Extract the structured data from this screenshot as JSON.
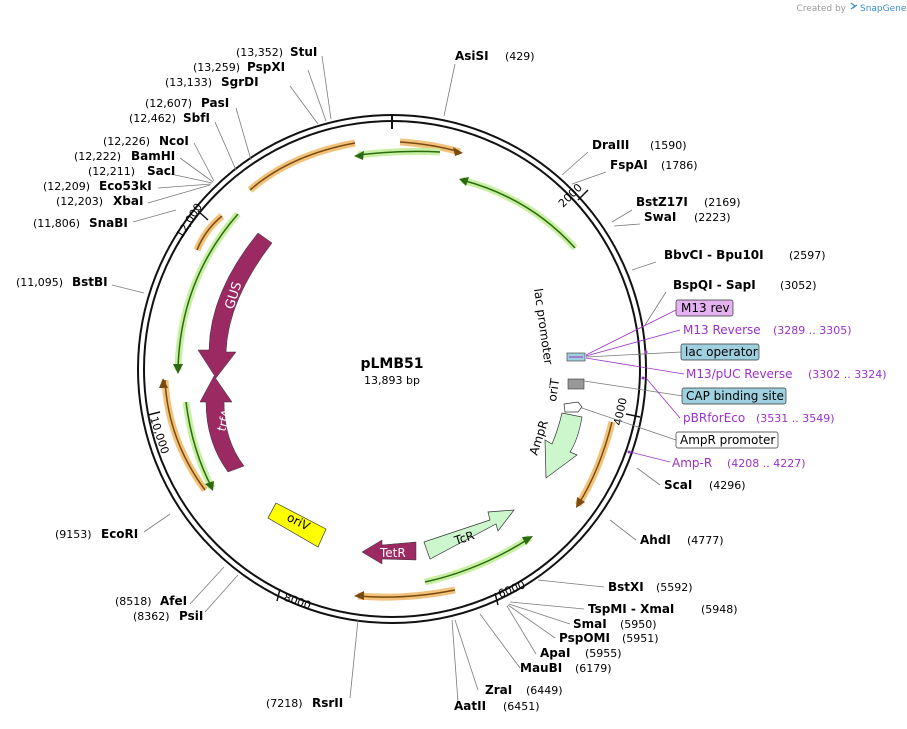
{
  "header": {
    "created_by": "Created by",
    "brand": "SnapGene"
  },
  "plasmid": {
    "name": "pLMB51",
    "size_label": "13,893 bp",
    "length": 13893
  },
  "ticks": [
    {
      "label": "2000",
      "pos": 2000
    },
    {
      "label": "4000",
      "pos": 4000
    },
    {
      "label": "6000",
      "pos": 6000
    },
    {
      "label": "8000",
      "pos": 8000
    },
    {
      "label": "10,000",
      "pos": 10000
    },
    {
      "label": "12,000",
      "pos": 12000
    }
  ],
  "sites_right": [
    {
      "name": "AsiSI",
      "pos": "(429)"
    },
    {
      "name": "DraIII",
      "pos": "(1590)"
    },
    {
      "name": "FspAI",
      "pos": "(1786)"
    },
    {
      "name": "BstZ17I",
      "pos": "(2169)"
    },
    {
      "name": "SwaI",
      "pos": "(2223)"
    },
    {
      "name": "BbvCI  - Bpu10I",
      "pos": "(2597)"
    },
    {
      "name": "BspQI  - SapI",
      "pos": "(3052)"
    },
    {
      "name": "ScaI",
      "pos": "(4296)"
    },
    {
      "name": "AhdI",
      "pos": "(4777)"
    },
    {
      "name": "BstXI",
      "pos": "(5592)"
    },
    {
      "name": "TspMI  - XmaI",
      "pos": "(5948)"
    },
    {
      "name": "SmaI",
      "pos": "(5950)"
    },
    {
      "name": "PspOMI",
      "pos": "(5951)"
    },
    {
      "name": "ApaI",
      "pos": "(5955)"
    },
    {
      "name": "MauBI",
      "pos": "(6179)"
    },
    {
      "name": "ZraI",
      "pos": "(6449)"
    },
    {
      "name": "AatII",
      "pos": "(6451)"
    }
  ],
  "sites_left": [
    {
      "name": "StuI",
      "pos": "(13,352)"
    },
    {
      "name": "PspXI",
      "pos": "(13,259)"
    },
    {
      "name": "SgrDI",
      "pos": "(13,133)"
    },
    {
      "name": "PasI",
      "pos": "(12,607)"
    },
    {
      "name": "SbfI",
      "pos": "(12,462)"
    },
    {
      "name": "NcoI",
      "pos": "(12,226)"
    },
    {
      "name": "BamHI",
      "pos": "(12,222)"
    },
    {
      "name": "SacI",
      "pos": "(12,211)"
    },
    {
      "name": "Eco53kI",
      "pos": "(12,209)"
    },
    {
      "name": "XbaI",
      "pos": "(12,203)"
    },
    {
      "name": "SnaBI",
      "pos": "(11,806)"
    },
    {
      "name": "BstBI",
      "pos": "(11,095)"
    },
    {
      "name": "EcoRI",
      "pos": "(9153)"
    },
    {
      "name": "AfeI",
      "pos": "(8518)"
    },
    {
      "name": "PsiI",
      "pos": "(8362)"
    },
    {
      "name": "RsrII",
      "pos": "(7218)"
    }
  ],
  "primers": [
    {
      "name": "M13 Reverse",
      "pos": "(3289 .. 3305)"
    },
    {
      "name": "M13/pUC Reverse",
      "pos": "(3302 .. 3324)"
    },
    {
      "name": "pBRforEco",
      "pos": "(3531 .. 3549)"
    },
    {
      "name": "Amp-R",
      "pos": "(4208 .. 4227)"
    }
  ],
  "boxed_labels": {
    "m13rev": "M13 rev",
    "lac_operator": "lac operator",
    "cap_site": "CAP binding site",
    "ampr_promoter": "AmpR promoter"
  },
  "features": {
    "gus": "GUS",
    "trfa": "trfA",
    "orvi": "oriV",
    "tetr": "TetR",
    "tcr": "TcR",
    "ampr": "AmpR",
    "orit": "oriT",
    "lac_promoter": "lac promoter"
  },
  "colors": {
    "backbone": "#111111",
    "orf_orange": "#f2c27a",
    "orf_green": "#c8f0a2",
    "gus": "#9b2a63",
    "trfa": "#9b2a63",
    "tetr": "#9b2a63",
    "tcr": "#ccf7cc",
    "ampr": "#ccf7cc",
    "oriv": "#ffff00",
    "lac_operator": "#9ed0e0",
    "cap_site": "#9ed0e0",
    "m13rev": "#e6b3f2",
    "primer": "#9b30c8"
  }
}
